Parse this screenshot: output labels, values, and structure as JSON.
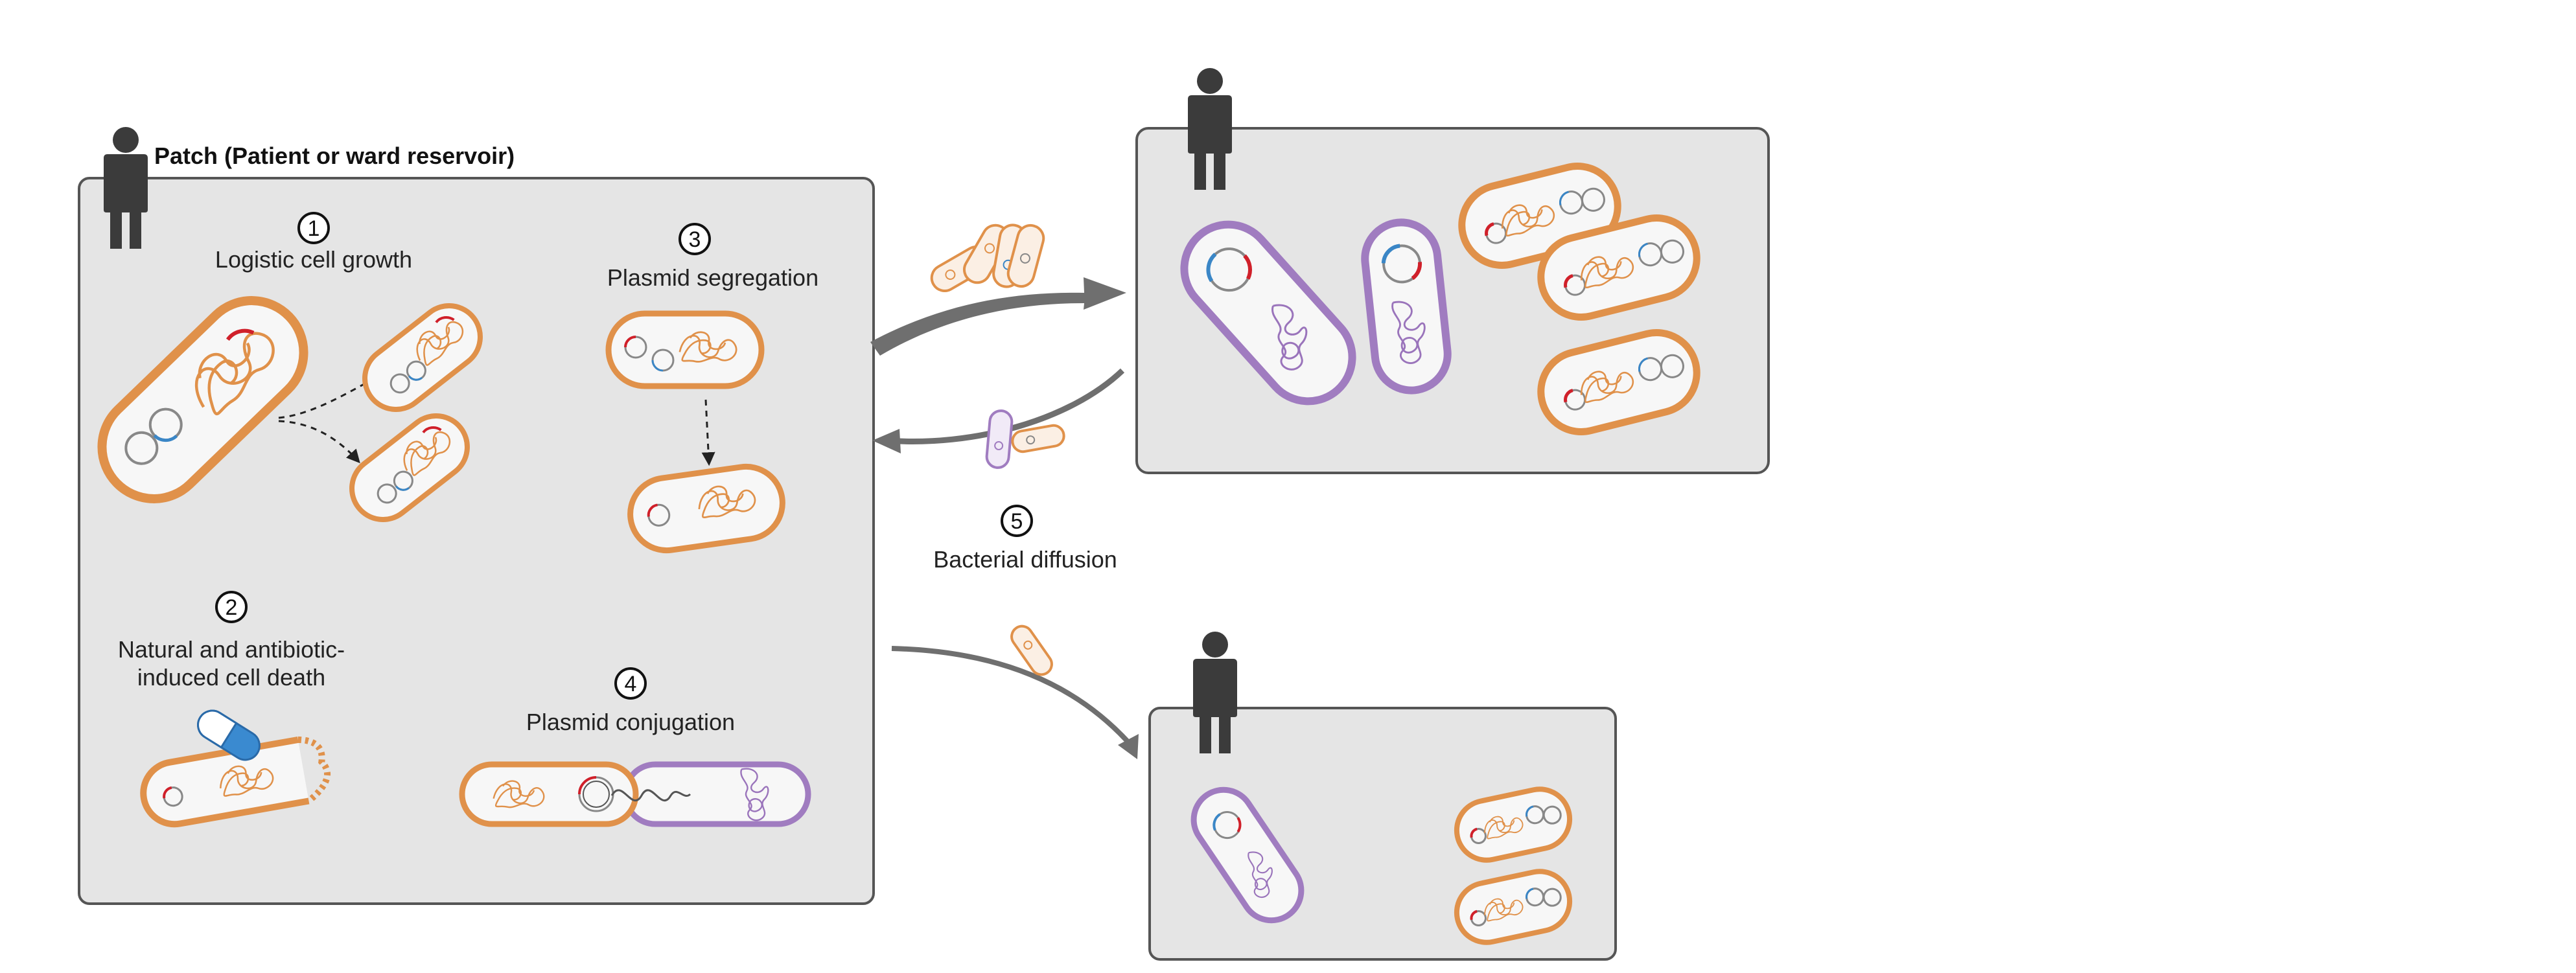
{
  "patch": {
    "title": "Patch (Patient or ward reservoir)"
  },
  "processes": [
    {
      "number": "1",
      "label": "Logistic cell growth"
    },
    {
      "number": "2",
      "label_line1": "Natural and antibiotic-",
      "label_line2": "induced cell death"
    },
    {
      "number": "3",
      "label": "Plasmid segregation"
    },
    {
      "number": "4",
      "label": "Plasmid conjugation"
    },
    {
      "number": "5",
      "label": "Bacterial diffusion"
    }
  ],
  "colors": {
    "orange_cell": "#e0914a",
    "purple_cell": "#a07cc0",
    "panel_fill": "#e5e5e5",
    "plasmid_red": "#d0202a",
    "plasmid_blue": "#3a86c6",
    "person": "#3b3b3b",
    "pill_blue": "#3a8ad0"
  },
  "icons": [
    "person-icon",
    "bacterium-icon",
    "plasmid-icon",
    "antibiotic-pill-icon"
  ]
}
